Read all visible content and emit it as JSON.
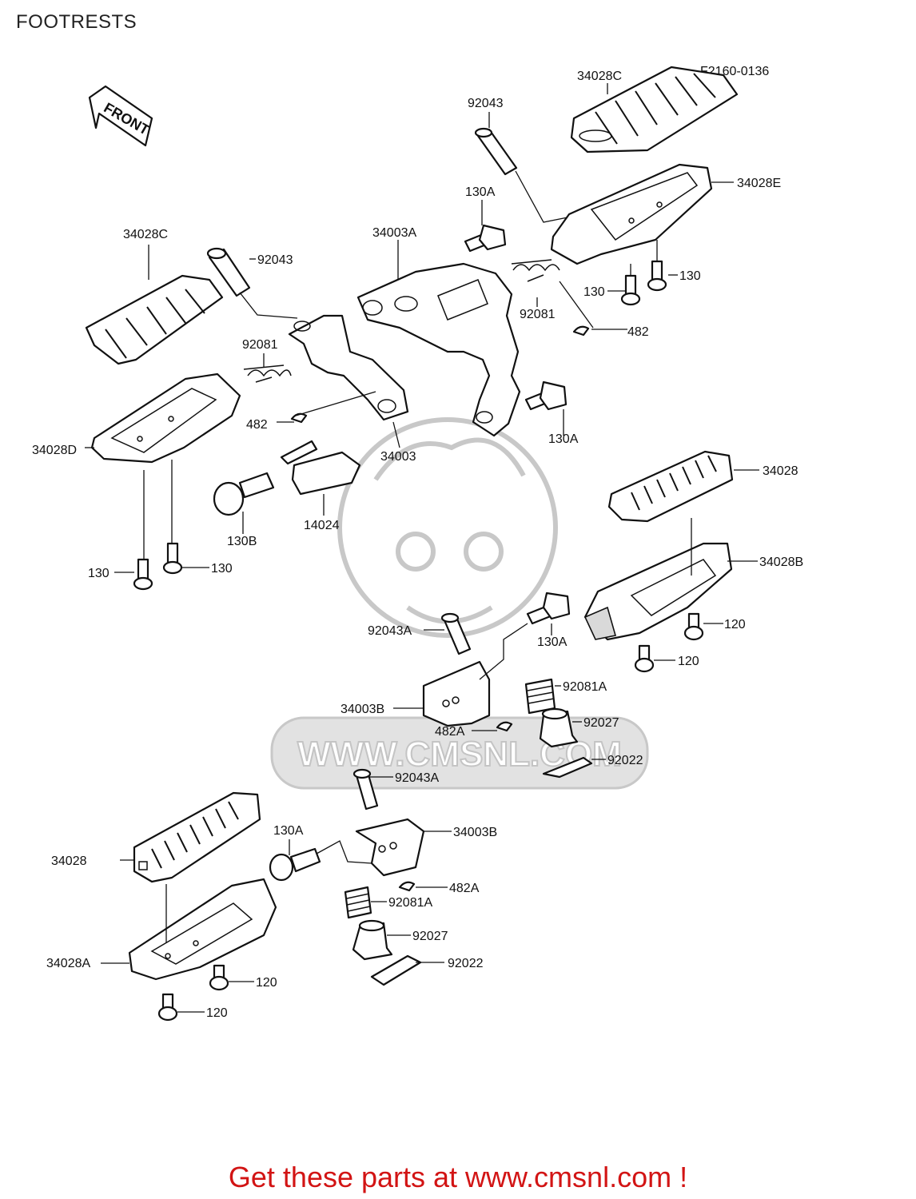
{
  "page_title": "FOOTRESTS",
  "diagram_code": "F2160-0136",
  "front_label": "FRONT",
  "watermark_url": "WWW.CMSNL.COM",
  "footer": "Get these parts at www.cmsnl.com !",
  "colors": {
    "footer": "#d21414",
    "line": "#111111",
    "watermark": "#c8c8c8"
  },
  "labels": [
    {
      "id": "l1",
      "text": "34028C"
    },
    {
      "id": "l2",
      "text": "92043"
    },
    {
      "id": "l3",
      "text": "34028E"
    },
    {
      "id": "l4",
      "text": "130A"
    },
    {
      "id": "l5",
      "text": "34003A"
    },
    {
      "id": "l6",
      "text": "130"
    },
    {
      "id": "l7",
      "text": "130"
    },
    {
      "id": "l8",
      "text": "92081"
    },
    {
      "id": "l9",
      "text": "482"
    },
    {
      "id": "l10",
      "text": "34028C"
    },
    {
      "id": "l11",
      "text": "92043"
    },
    {
      "id": "l12",
      "text": "92081"
    },
    {
      "id": "l13",
      "text": "482"
    },
    {
      "id": "l14",
      "text": "34028D"
    },
    {
      "id": "l15",
      "text": "34003"
    },
    {
      "id": "l16",
      "text": "130A"
    },
    {
      "id": "l17",
      "text": "14024"
    },
    {
      "id": "l18",
      "text": "130B"
    },
    {
      "id": "l19",
      "text": "130"
    },
    {
      "id": "l20",
      "text": "130"
    },
    {
      "id": "l21",
      "text": "34028"
    },
    {
      "id": "l22",
      "text": "34028B"
    },
    {
      "id": "l23",
      "text": "92043A"
    },
    {
      "id": "l24",
      "text": "130A"
    },
    {
      "id": "l25",
      "text": "120"
    },
    {
      "id": "l26",
      "text": "120"
    },
    {
      "id": "l27",
      "text": "92081A"
    },
    {
      "id": "l28",
      "text": "34003B"
    },
    {
      "id": "l29",
      "text": "92027"
    },
    {
      "id": "l30",
      "text": "482A"
    },
    {
      "id": "l31",
      "text": "92022"
    },
    {
      "id": "l32",
      "text": "92043A"
    },
    {
      "id": "l33",
      "text": "130A"
    },
    {
      "id": "l34",
      "text": "34003B"
    },
    {
      "id": "l35",
      "text": "34028"
    },
    {
      "id": "l36",
      "text": "482A"
    },
    {
      "id": "l37",
      "text": "92081A"
    },
    {
      "id": "l38",
      "text": "92027"
    },
    {
      "id": "l39",
      "text": "34028A"
    },
    {
      "id": "l40",
      "text": "92022"
    },
    {
      "id": "l41",
      "text": "120"
    },
    {
      "id": "l42",
      "text": "120"
    }
  ]
}
